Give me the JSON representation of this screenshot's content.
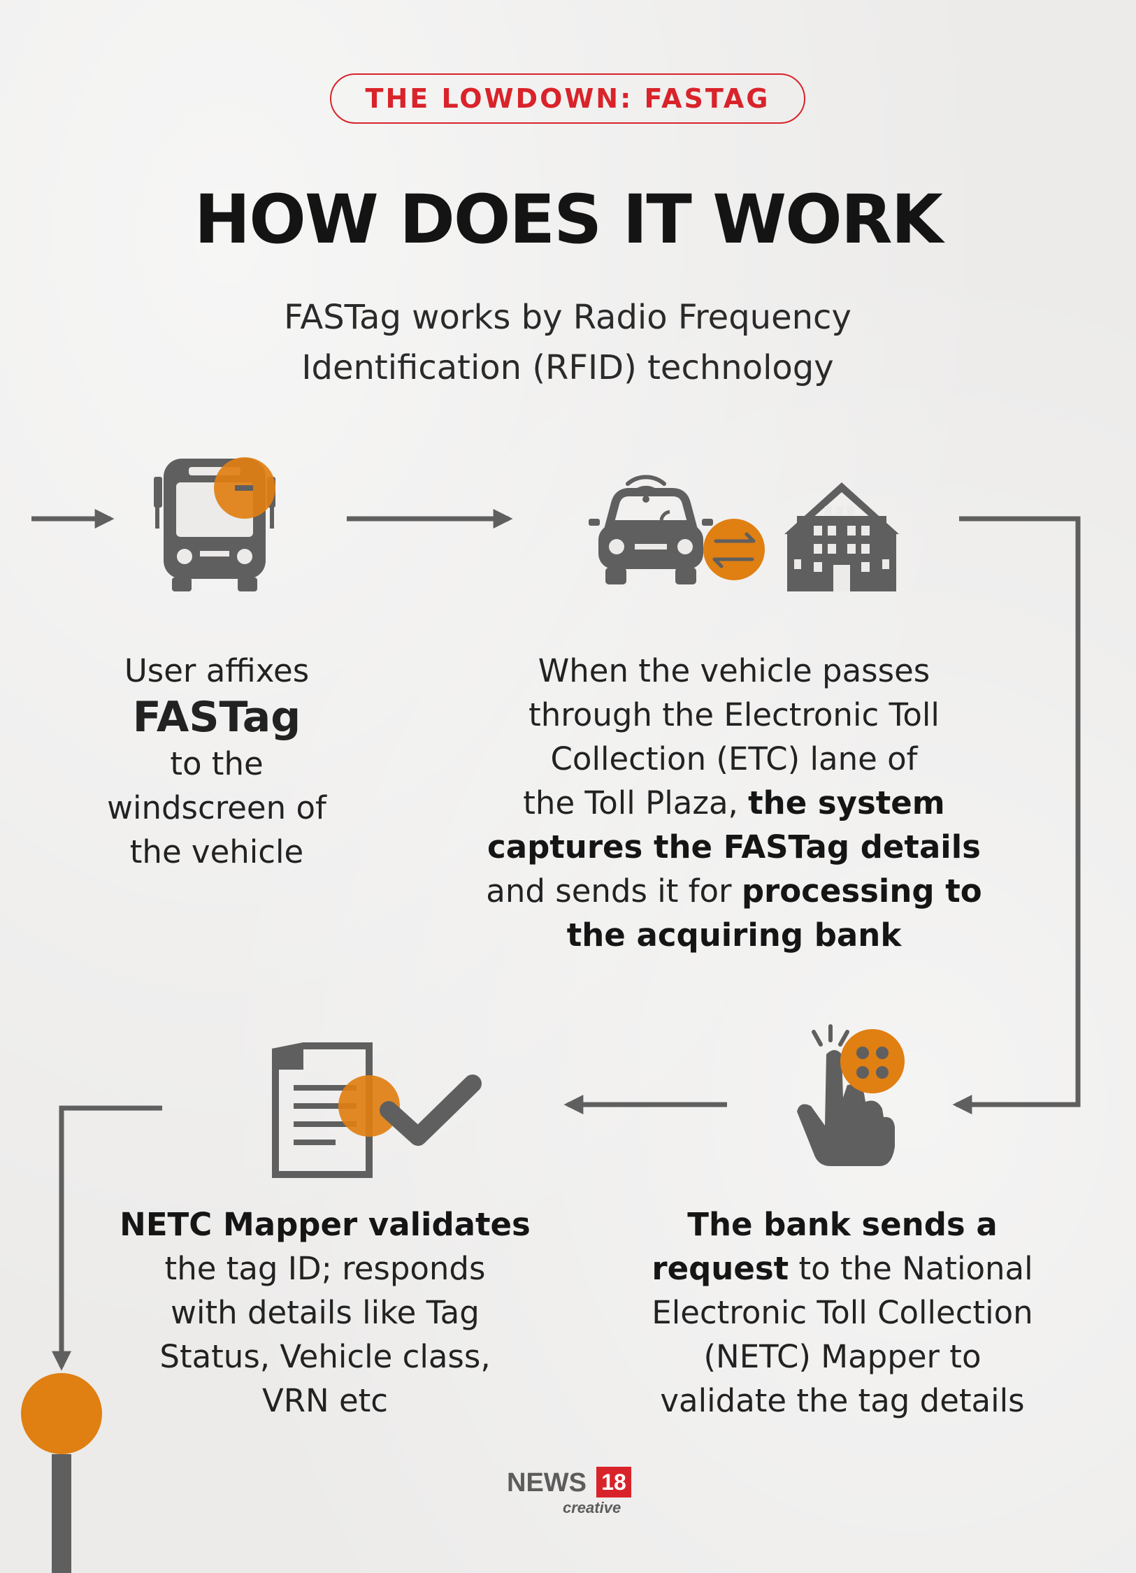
{
  "header": {
    "badge": "THE LOWDOWN: FASTAG",
    "title": "HOW DOES IT WORK",
    "subtitle_line1": "FASTag works by Radio Frequency",
    "subtitle_line2": "Identification (RFID) technology"
  },
  "steps": [
    {
      "icon": "bus-icon",
      "line1": "User affixes",
      "bold": "FASTag",
      "line2": "to the",
      "line3": "windscreen of",
      "line4": "the vehicle"
    },
    {
      "icon": "car-bank-exchange-icon",
      "l1": "When the vehicle passes",
      "l2": "through the Electronic Toll",
      "l3": "Collection (ETC) lane of",
      "l4a": "the Toll Plaza, ",
      "l4b": "the system",
      "l5": "captures the FASTag details",
      "l6a": "and sends it for ",
      "l6b": "processing to",
      "l7": "the acquiring bank"
    },
    {
      "icon": "hand-tap-icon",
      "l1": "The bank sends a",
      "l2a": "request",
      "l2b": " to the National",
      "l3": "Electronic Toll Collection",
      "l4": "(NETC) Mapper to",
      "l5": "validate the tag details"
    },
    {
      "icon": "document-check-icon",
      "l1": "NETC Mapper validates",
      "l2": "the tag ID; responds",
      "l3": "with details like Tag",
      "l4": "Status, Vehicle class,",
      "l5": "VRN etc"
    }
  ],
  "logo": {
    "news": "NEWS",
    "num": "18",
    "sub": "creative"
  },
  "colors": {
    "orange": "#e07f12",
    "gray": "#5f5f5f",
    "red": "#d9232a",
    "background": "#ecebea"
  }
}
